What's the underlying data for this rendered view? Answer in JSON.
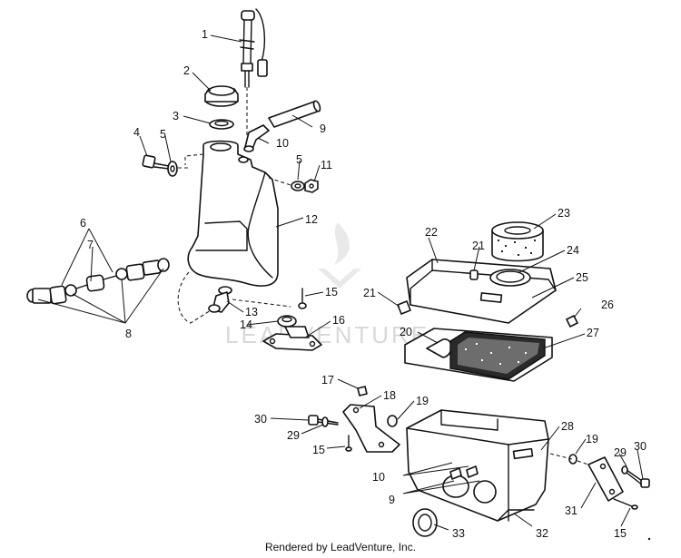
{
  "watermark": {
    "logo_icon": "leadventure-flame-logo-icon",
    "text": "LEADVENTURE"
  },
  "footer": {
    "credit": "Rendered by LeadVenture, Inc."
  },
  "callouts": {
    "c1": "1",
    "c2": "2",
    "c3": "3",
    "c4": "4",
    "c5a": "5",
    "c5b": "5",
    "c6": "6",
    "c7": "7",
    "c8": "8",
    "c9a": "9",
    "c9b": "9",
    "c10a": "10",
    "c10b": "10",
    "c11": "11",
    "c12": "12",
    "c13": "13",
    "c14": "14",
    "c15a": "15",
    "c15b": "15",
    "c15c": "15",
    "c16": "16",
    "c17": "17",
    "c18": "18",
    "c19a": "19",
    "c19b": "19",
    "c20": "20",
    "c21a": "21",
    "c21b": "21",
    "c22": "22",
    "c23": "23",
    "c24": "24",
    "c25": "25",
    "c26": "26",
    "c27": "27",
    "c28": "28",
    "c29a": "29",
    "c29b": "29",
    "c30a": "30",
    "c30b": "30",
    "c31": "31",
    "c32": "32",
    "c33": "33"
  }
}
